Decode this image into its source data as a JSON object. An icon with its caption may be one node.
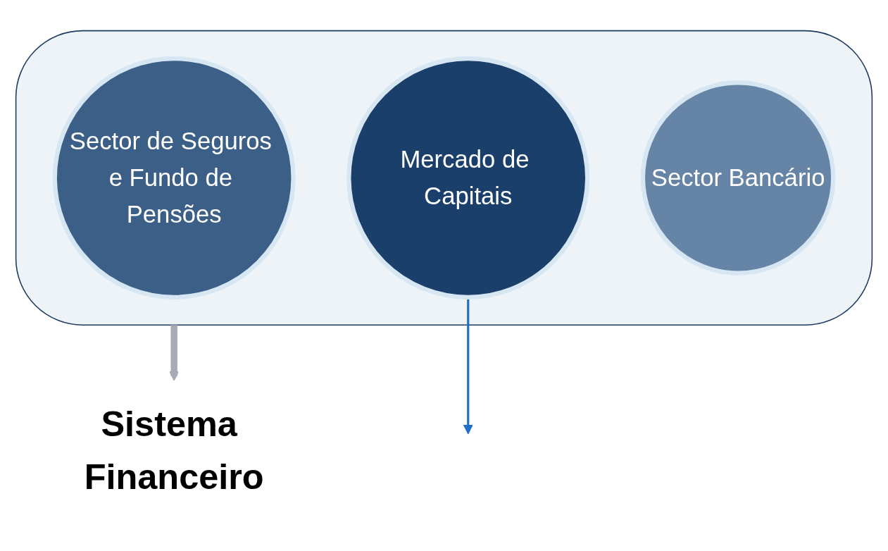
{
  "diagram": {
    "nodes": [
      {
        "text": [],
        "shape": "funnel"
      },
      {
        "text": [
          "Sector de Seguros e Fundo de Pensões"
        ],
        "in": 0
      },
      {
        "text": [
          "Mercado de Capitais"
        ],
        "in": 0
      },
      {
        "text": [
          "Sector Bancário"
        ],
        "in": 0
      },
      {
        "text": [
          "Sistema Financeiro"
        ]
      }
    ],
    "edges": [
      {
        "from": 0,
        "to": 4,
        "arrow": "to",
        "style": "thick"
      },
      {
        "from": 2,
        "to": null,
        "arrow": "to",
        "color": "#1f6fc7"
      }
    ]
  }
}
